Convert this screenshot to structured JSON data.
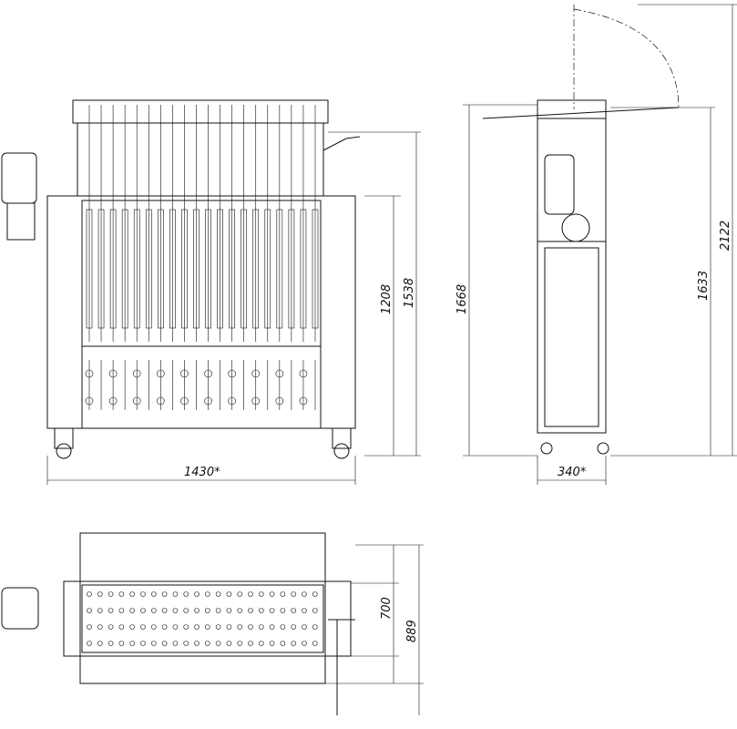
{
  "drawing": {
    "front_view": {
      "width_label": "1430*",
      "height_frame_label": "1208",
      "height_total_label": "1538",
      "tube_count": 20
    },
    "side_view": {
      "height_left_label": "1668",
      "height_right_label": "1633",
      "height_open_label": "2122",
      "width_label": "340*"
    },
    "top_view": {
      "inner_width_label": "700",
      "outer_width_label": "889"
    }
  }
}
